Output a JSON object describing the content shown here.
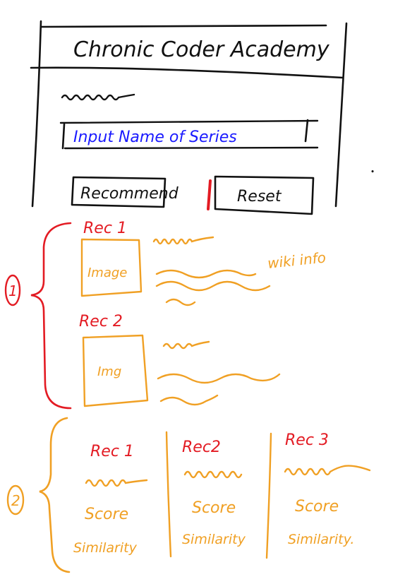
{
  "colors": {
    "ink": "#111111",
    "input_blue": "#1a1aff",
    "red": "#e31b23",
    "orange": "#f0a024"
  },
  "wireframe": {
    "title": "Chronic Coder Academy",
    "input_placeholder": "Input Name of Series",
    "recommend_label": "Recommend",
    "reset_label": "Reset"
  },
  "option1": {
    "number": "1",
    "items": [
      {
        "heading": "Rec 1",
        "image_label": "Image",
        "note": "wiki info"
      },
      {
        "heading": "Rec 2",
        "image_label": "Img"
      }
    ]
  },
  "option2": {
    "number": "2",
    "columns": [
      {
        "heading": "Rec 1",
        "score": "Score",
        "similarity": "Similarity"
      },
      {
        "heading": "Rec2",
        "score": "Score",
        "similarity": "Similarity"
      },
      {
        "heading": "Rec 3",
        "score": "Score",
        "similarity": "Similarity."
      }
    ]
  }
}
